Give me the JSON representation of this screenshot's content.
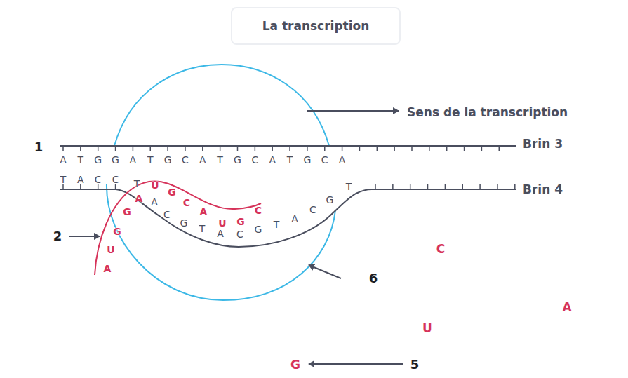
{
  "diagram": {
    "title": "La transcription",
    "labels": [
      "1",
      "A",
      "T",
      "G",
      "G",
      "A",
      "T",
      "G",
      "C",
      "A",
      "T",
      "G",
      "C",
      "A",
      "T",
      "G",
      "C",
      "A",
      "Sens de la transcription",
      "Brin 3",
      "T",
      "A",
      "C",
      "C",
      "T",
      "A",
      "C",
      "G",
      "T",
      "A",
      "C",
      "G",
      "T",
      "A",
      "C",
      "G",
      "T",
      "Brin 4",
      "2",
      "A",
      "U",
      "G",
      "G",
      "A",
      "U",
      "G",
      "C",
      "A",
      "U",
      "G",
      "C",
      "6",
      "C",
      "A",
      "U",
      "G",
      "5"
    ]
  }
}
